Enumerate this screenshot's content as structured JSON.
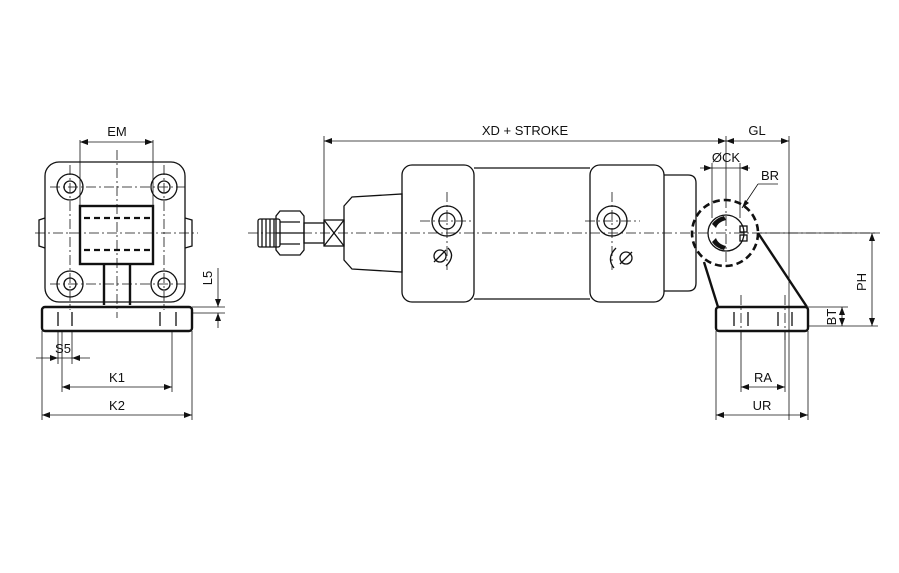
{
  "labels": {
    "em": "EM",
    "l5": "L5",
    "s5": "S5",
    "k1": "K1",
    "k2": "K2",
    "xd_stroke": "XD + STROKE",
    "gl": "GL",
    "ck": "ØCK",
    "br": "BR",
    "ph": "PH",
    "bt": "BT",
    "ra": "RA",
    "ur": "UR"
  }
}
